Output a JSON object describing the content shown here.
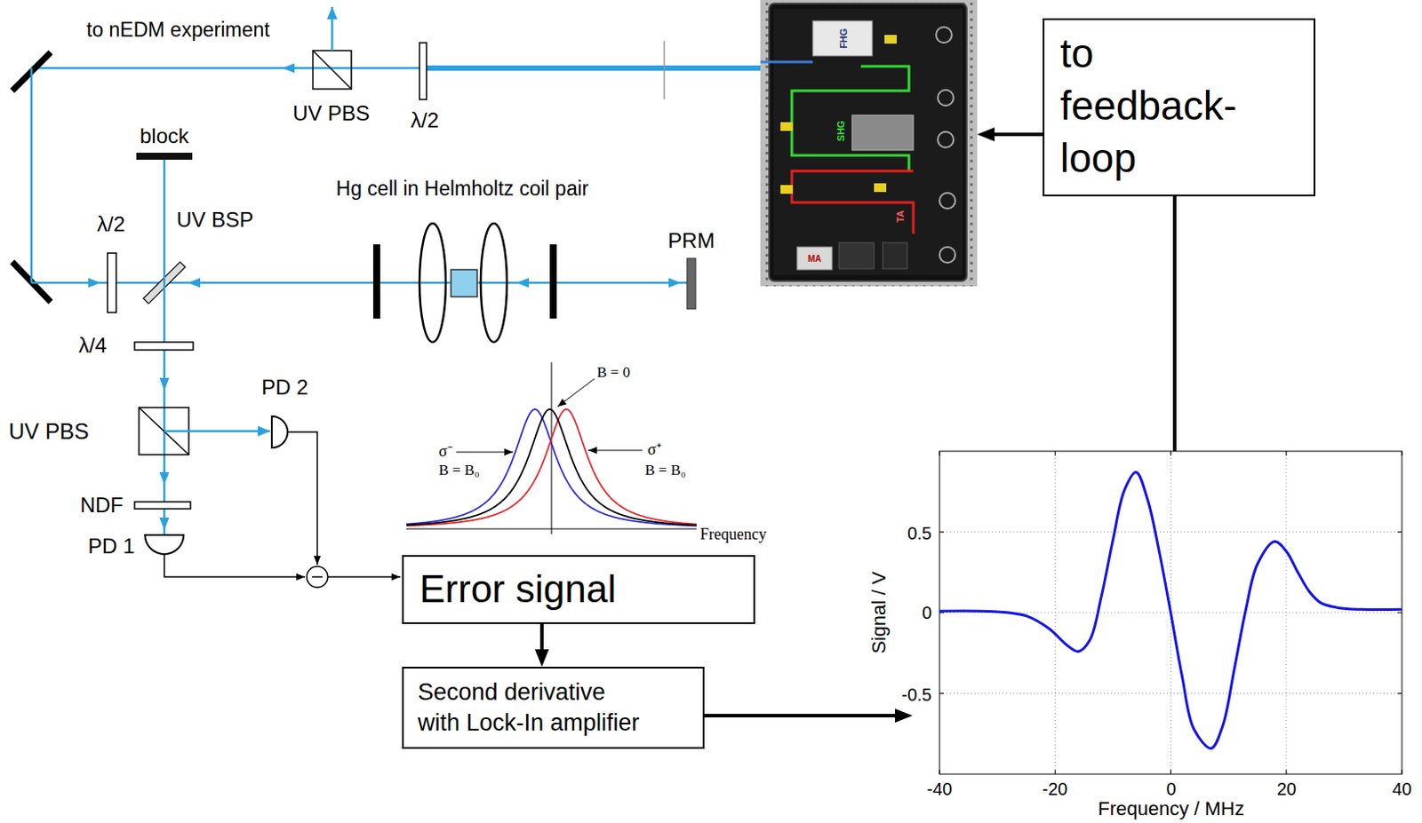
{
  "diagram": {
    "nodes": [
      {
        "text": [
          "FHG",
          "SHG",
          "TA",
          "MA"
        ]
      },
      {
        "text": [
          "to feedback-loop"
        ]
      },
      {
        "text": [
          "Error signal"
        ]
      },
      {
        "text": [
          "Second derivative with Lock-In amplifier"
        ]
      },
      {
        "text": [
          "Signal / V",
          "Frequency / MHz"
        ]
      }
    ],
    "edges": [
      {
        "from": 1,
        "to": 0,
        "arrow": "to"
      },
      {
        "from": 2,
        "to": 3,
        "arrow": "to"
      },
      {
        "from": 3,
        "to": 4,
        "arrow": "to"
      },
      {
        "from": 4,
        "to": 1,
        "arrow": "none"
      }
    ],
    "labels": [
      "to nEDM experiment",
      "UV PBS",
      "λ/2",
      "block",
      "Hg cell in Helmholtz coil pair",
      "λ/2",
      "UV BSP",
      "PRM",
      "λ/4",
      "PD 2",
      "UV PBS",
      "NDF",
      "PD 1",
      "B = 0",
      "σ⁻",
      "B = B₀",
      "σ⁺",
      "B = B₀",
      "Frequency",
      "0.5",
      "0",
      "-0.5",
      "-40",
      "-20",
      "0",
      "20",
      "40"
    ]
  }
}
